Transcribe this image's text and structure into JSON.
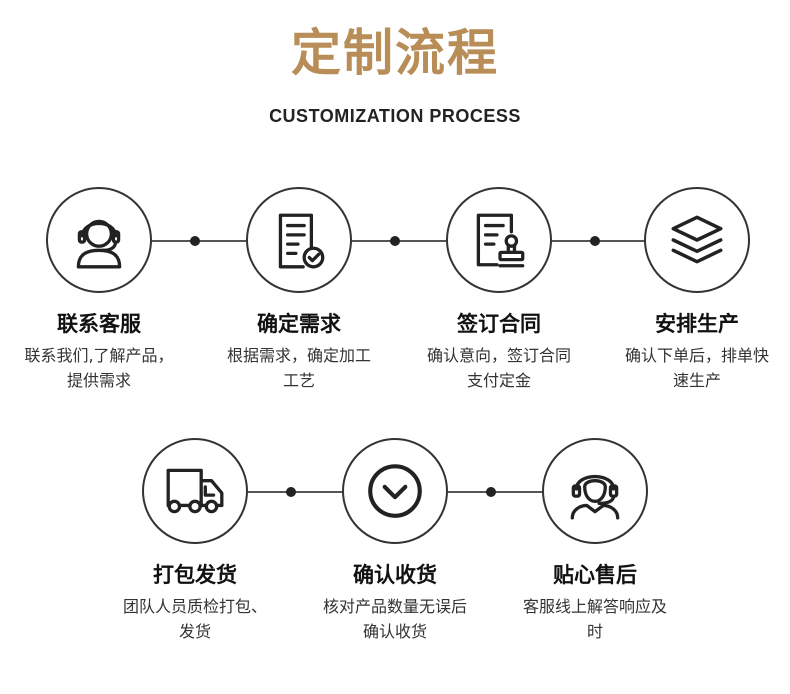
{
  "header": {
    "title": "定制流程",
    "subtitle": "CUSTOMIZATION PROCESS"
  },
  "colors": {
    "title": "#b88d58",
    "stroke": "#222222",
    "text": "#333333"
  },
  "steps": [
    {
      "title": "联系客服",
      "desc": "联系我们,了解产品，提供需求",
      "icon": "headset-person-icon"
    },
    {
      "title": "确定需求",
      "desc": "根据需求，确定加工工艺",
      "icon": "document-check-icon"
    },
    {
      "title": "签订合同",
      "desc": "确认意向，签订合同支付定金",
      "icon": "contract-stamp-icon"
    },
    {
      "title": "安排生产",
      "desc": "确认下单后，排单快速生产",
      "icon": "layers-icon"
    },
    {
      "title": "打包发货",
      "desc": "团队人员质检打包、发货",
      "icon": "delivery-truck-icon"
    },
    {
      "title": "确认收货",
      "desc": "核对产品数量无误后确认收货",
      "icon": "chevron-down-circle-icon"
    },
    {
      "title": "贴心售后",
      "desc": "客服线上解答响应及时",
      "icon": "customer-service-icon"
    }
  ]
}
